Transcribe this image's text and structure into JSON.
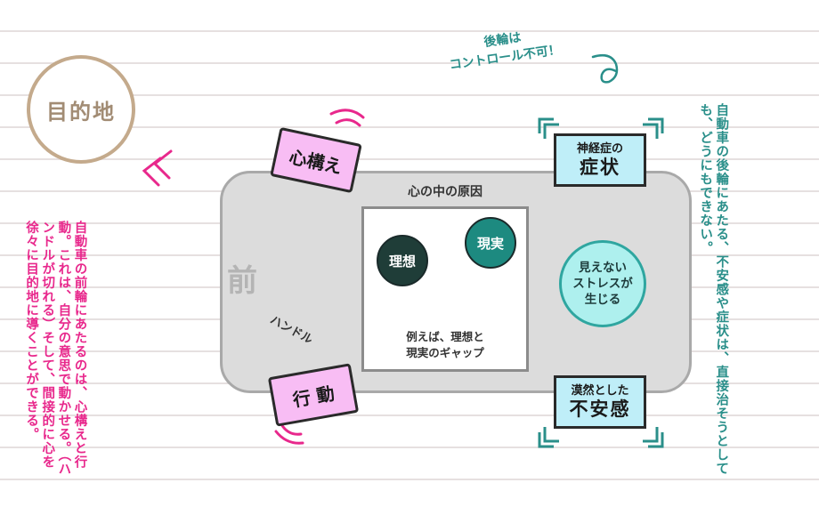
{
  "goal": "目的地",
  "front": "前",
  "cause_title": "心の中の原因",
  "ideal": "理想",
  "reality": "現実",
  "caption": [
    "例えば、理想と",
    "現実のギャップ"
  ],
  "stress": [
    "見えない",
    "ストレスが",
    "生じる"
  ],
  "symptom_top": [
    "神経症の",
    "症状"
  ],
  "symptom_bottom": [
    "漠然とした",
    "不安感"
  ],
  "tire_front_top": "心構え",
  "tire_front_bottom": "行 動",
  "handle_label": "ハンドル",
  "rear_note": [
    "後輪は",
    "コントロール不可！"
  ],
  "left_note": "自動車の前輪にあたるのは、心構えと行動。これは、自分の意思で動かせる。（ハンドルが切れる）そして、間接的に心を徐々に目的地に導くことができる。",
  "right_note": "自動車の後輪にあたる、不安感や症状は、直接治そうとしても、どうにもできない。",
  "colors": {
    "pink_text": "#e8288c",
    "teal_text": "#2a8f8a",
    "goal_ring": "#c4aa8c",
    "tire_fill": "#f8bdf4",
    "symptom_fill": "#bfeef8",
    "stress_fill": "#aef0ee",
    "car_fill": "#dcdcdc"
  }
}
